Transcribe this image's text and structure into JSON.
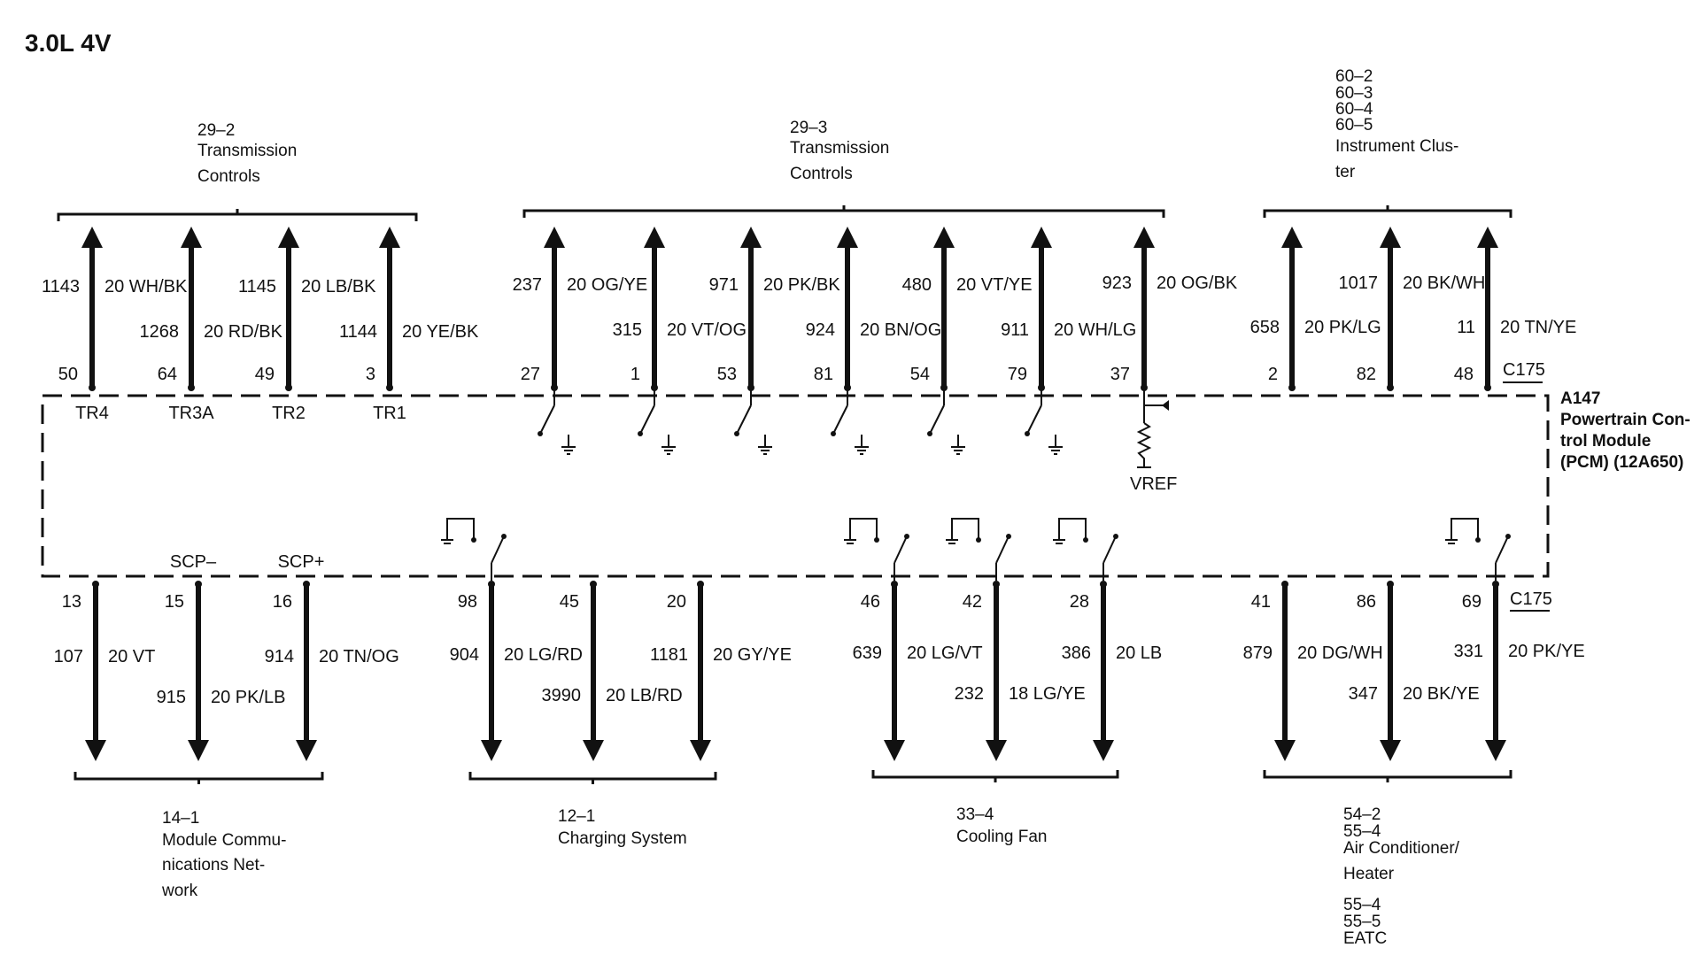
{
  "title": "3.0L 4V",
  "module": {
    "lines": [
      "A147",
      "Powertrain Con-",
      "trol Module",
      "(PCM) (12A650)"
    ]
  },
  "connector_top": "C175",
  "connector_bottom": "C175",
  "vref_label": "VREF",
  "colors": {
    "line": "#111111",
    "background": "#ffffff"
  },
  "groups_top": [
    {
      "lines": [
        "29–2",
        "Transmission",
        "Controls"
      ]
    },
    {
      "lines": [
        "29–3",
        "Transmission",
        "Controls"
      ]
    },
    {
      "lines": [
        "60–2",
        "60–3",
        "60–4",
        "60–5",
        "Instrument Clus-",
        "ter"
      ]
    }
  ],
  "groups_bottom": [
    {
      "lines": [
        "14–1",
        "Module Commu-",
        "nications Net-",
        "work"
      ]
    },
    {
      "lines": [
        "12–1",
        "Charging System"
      ]
    },
    {
      "lines": [
        "33–4",
        "Cooling Fan"
      ]
    },
    {
      "lines": [
        "54–2",
        "55–4",
        "Air Conditioner/",
        "Heater",
        "",
        "55–4",
        "55–5",
        "EATC"
      ]
    }
  ],
  "wires_top": [
    {
      "pin": "50",
      "circuit": "1143",
      "wire": "20 WH/BK",
      "label": "TR4"
    },
    {
      "pin": "64",
      "circuit": "1268",
      "wire": "20 RD/BK",
      "label": "TR3A"
    },
    {
      "pin": "49",
      "circuit": "1145",
      "wire": "20 LB/BK",
      "label": "TR2"
    },
    {
      "pin": "3",
      "circuit": "1144",
      "wire": "20 YE/BK",
      "label": "TR1"
    },
    {
      "pin": "27",
      "circuit": "237",
      "wire": "20 OG/YE"
    },
    {
      "pin": "1",
      "circuit": "315",
      "wire": "20 VT/OG"
    },
    {
      "pin": "53",
      "circuit": "971",
      "wire": "20 PK/BK"
    },
    {
      "pin": "81",
      "circuit": "924",
      "wire": "20 BN/OG"
    },
    {
      "pin": "54",
      "circuit": "480",
      "wire": "20 VT/YE"
    },
    {
      "pin": "79",
      "circuit": "911",
      "wire": "20 WH/LG"
    },
    {
      "pin": "37",
      "circuit": "923",
      "wire": "20 OG/BK"
    },
    {
      "pin": "2",
      "circuit": "658",
      "wire": "20 PK/LG"
    },
    {
      "pin": "82",
      "circuit": "1017",
      "wire": "20 BK/WH"
    },
    {
      "pin": "48",
      "circuit": "11",
      "wire": "20 TN/YE"
    }
  ],
  "wires_bottom": [
    {
      "pin": "13",
      "circuit": "107",
      "wire": "20 VT"
    },
    {
      "pin": "15",
      "circuit": "915",
      "wire": "20 PK/LB",
      "label": "SCP–"
    },
    {
      "pin": "16",
      "circuit": "914",
      "wire": "20 TN/OG",
      "label": "SCP+"
    },
    {
      "pin": "98",
      "circuit": "904",
      "wire": "20 LG/RD"
    },
    {
      "pin": "45",
      "circuit": "3990",
      "wire": "20 LB/RD"
    },
    {
      "pin": "20",
      "circuit": "1181",
      "wire": "20 GY/YE"
    },
    {
      "pin": "46",
      "circuit": "639",
      "wire": "20 LG/VT"
    },
    {
      "pin": "42",
      "circuit": "232",
      "wire": "18 LG/YE"
    },
    {
      "pin": "28",
      "circuit": "386",
      "wire": "20 LB"
    },
    {
      "pin": "41",
      "circuit": "879",
      "wire": "20 DG/WH"
    },
    {
      "pin": "86",
      "circuit": "347",
      "wire": "20 BK/YE"
    },
    {
      "pin": "69",
      "circuit": "331",
      "wire": "20 PK/YE"
    }
  ]
}
